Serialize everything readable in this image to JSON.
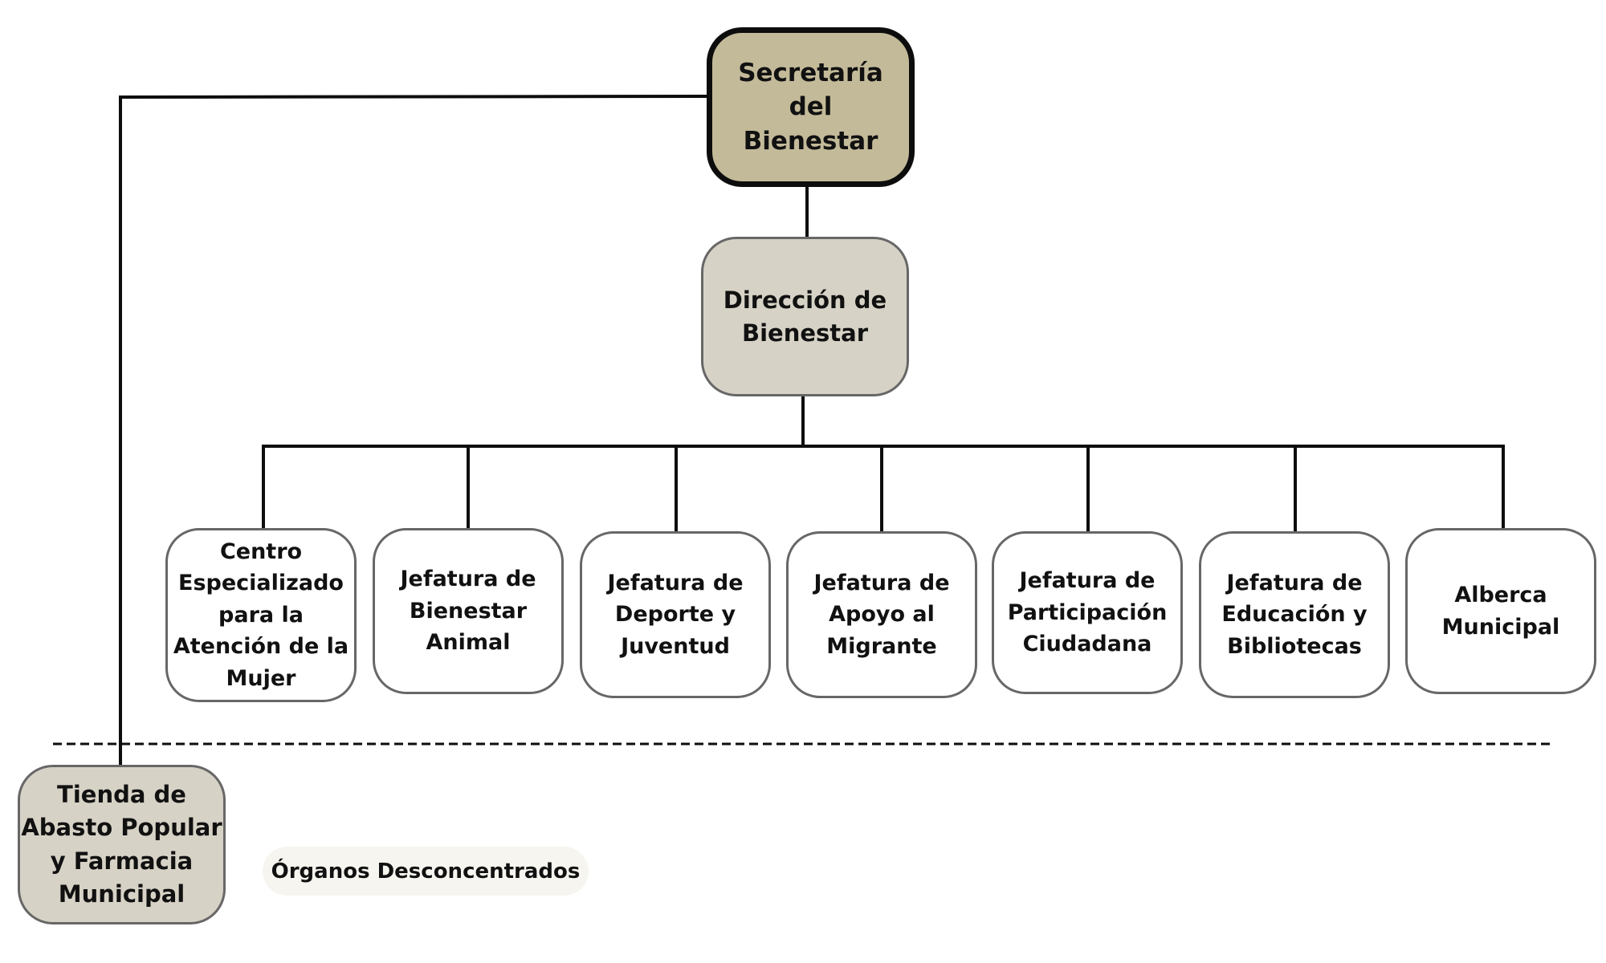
{
  "colors": {
    "top_fill": "#c3ba99",
    "mid_fill": "#d7d2c6",
    "legend_fill": "#f6f5ef",
    "connector": "#0d0d0d"
  },
  "top": {
    "label": "Secretaría del\nBienestar"
  },
  "direccion": {
    "label": "Dirección de\nBienestar"
  },
  "children": [
    {
      "label": "Centro\nEspecializado\npara la\nAtención de la\nMujer"
    },
    {
      "label": "Jefatura de\nBienestar\nAnimal"
    },
    {
      "label": "Jefatura de\nDeporte y\nJuventud"
    },
    {
      "label": "Jefatura de\nApoyo al\nMigrante"
    },
    {
      "label": "Jefatura de\nParticipación\nCiudadana"
    },
    {
      "label": "Jefatura de\nEducación y\nBibliotecas"
    },
    {
      "label": "Alberca\nMunicipal"
    }
  ],
  "tienda": {
    "label": "Tienda de\nAbasto Popular\ny Farmacia\nMunicipal"
  },
  "legend": {
    "label": "Órganos Desconcentrados"
  }
}
